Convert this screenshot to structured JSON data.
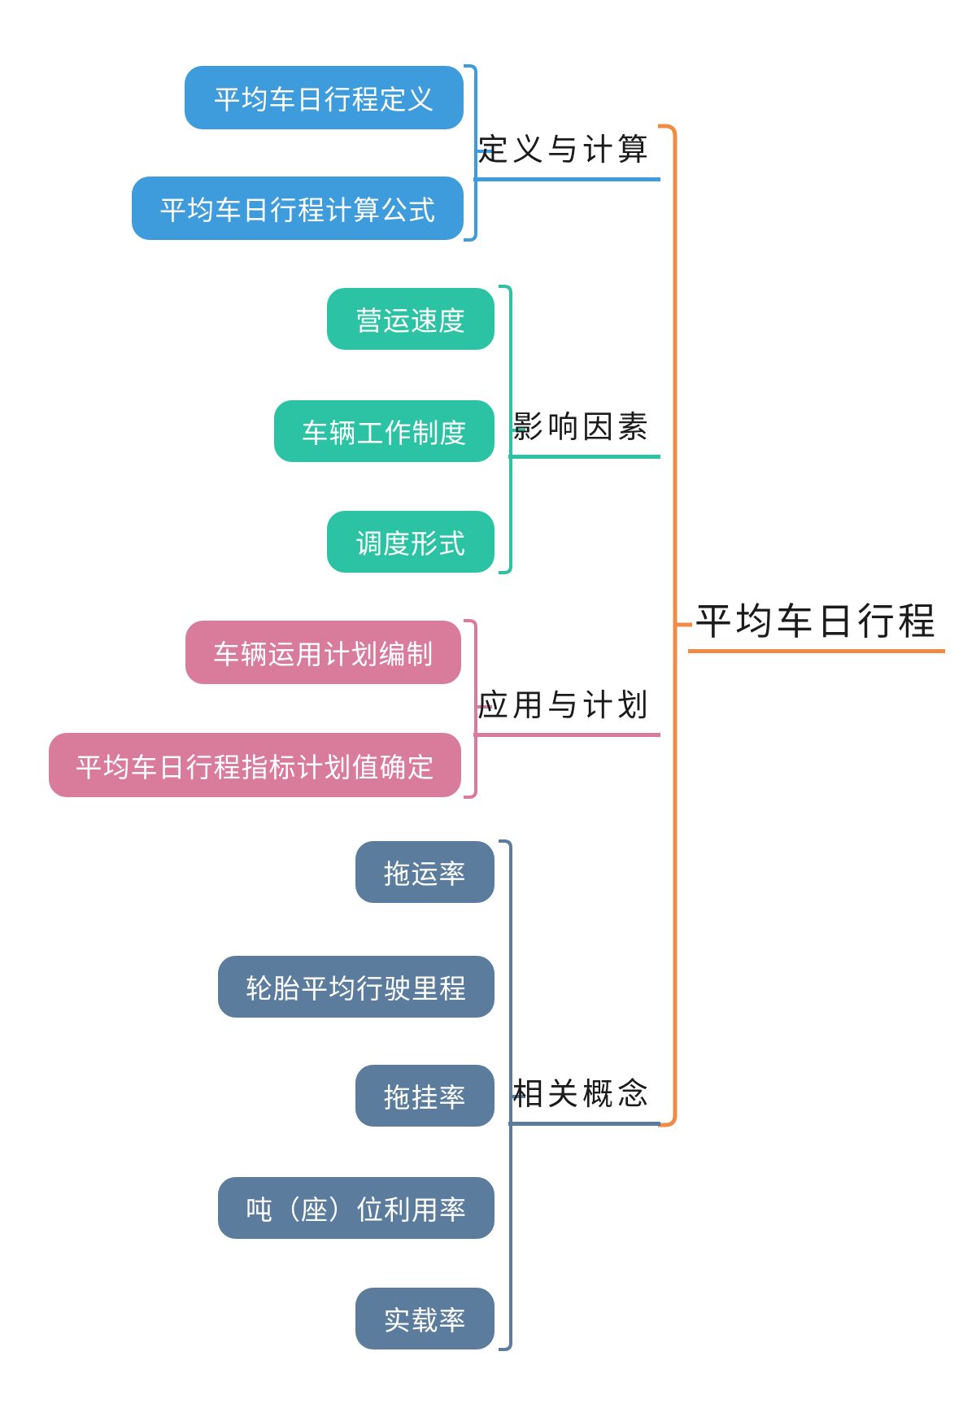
{
  "root": {
    "label": "平均车日行程"
  },
  "branches": [
    {
      "label": "定义与计算",
      "children": [
        "平均车日行程定义",
        "平均车日行程计算公式"
      ]
    },
    {
      "label": "影响因素",
      "children": [
        "营运速度",
        "车辆工作制度",
        "调度形式"
      ]
    },
    {
      "label": "应用与计划",
      "children": [
        "车辆运用计划编制",
        "平均车日行程指标计划值确定"
      ]
    },
    {
      "label": "相关概念",
      "children": [
        "拖运率",
        "轮胎平均行驶里程",
        "拖挂率",
        "吨（座）位利用率",
        "实载率"
      ]
    }
  ],
  "colors": {
    "trunk": "#EF8B42",
    "branch1": "#3E9BDC",
    "branch2": "#2CC3A4",
    "branch3": "#D97C9B",
    "branch4": "#5B7C9C",
    "label_text": "#1b1b1b",
    "node_text": "#ffffff",
    "background": "#ffffff"
  }
}
